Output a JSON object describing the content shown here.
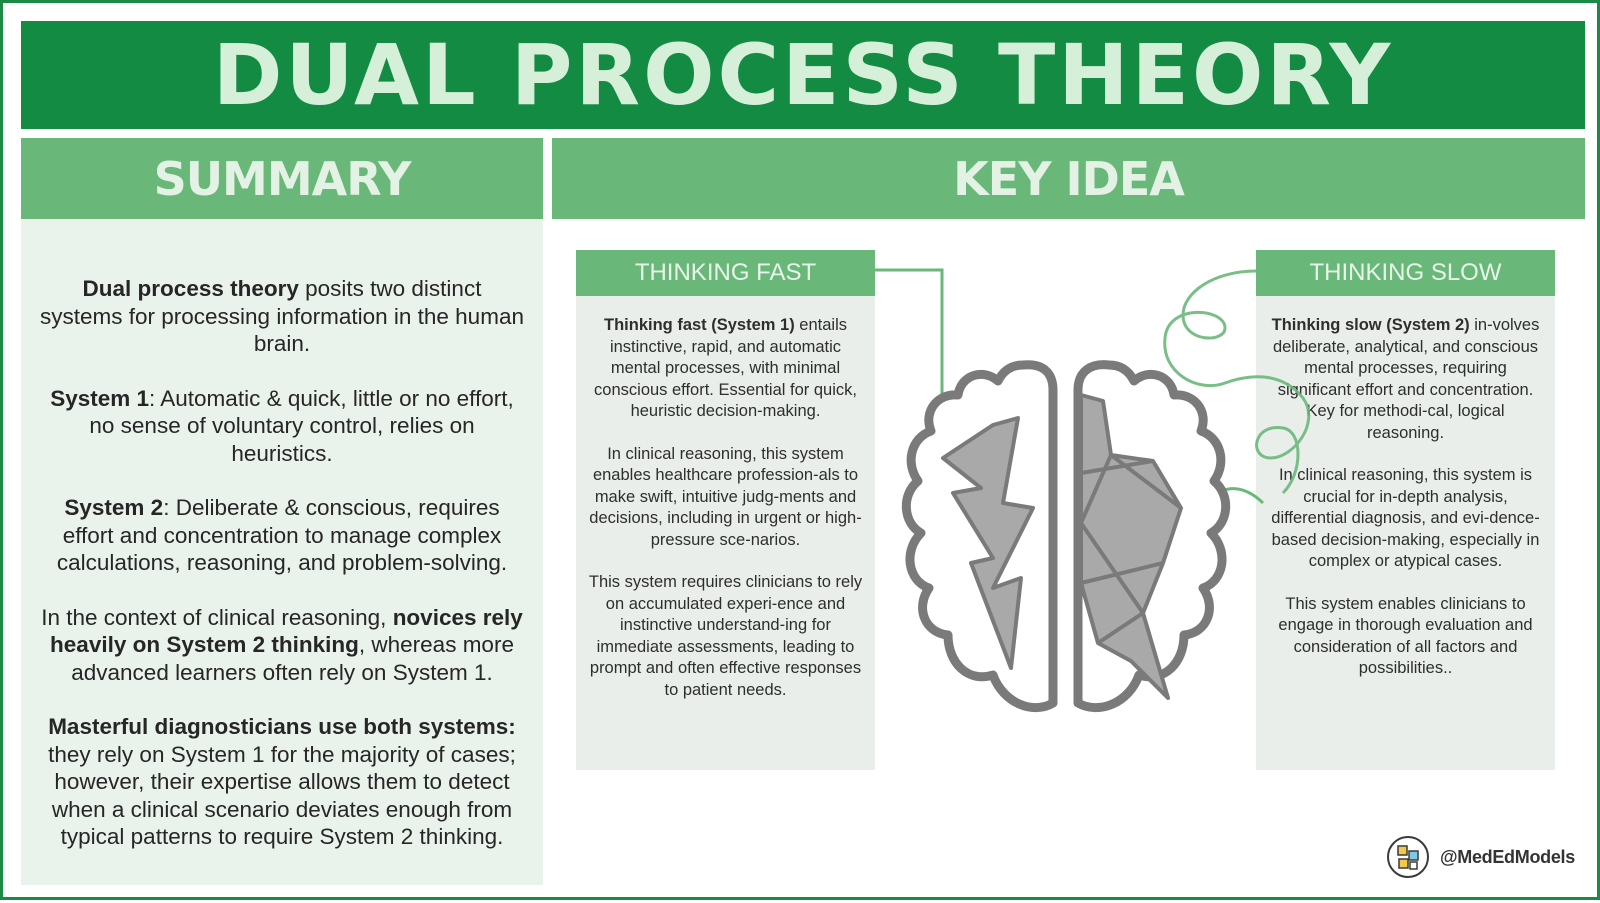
{
  "title": "DUAL PROCESS THEORY",
  "summary": {
    "heading": "SUMMARY",
    "p1": {
      "bold": "Dual process theory",
      "text": " posits two distinct systems for processing information in the human brain."
    },
    "p2": {
      "bold": "System 1",
      "text": ": Automatic & quick, little or no effort, no sense of voluntary control, relies on heuristics."
    },
    "p3": {
      "bold": "System 2",
      "text": ": Deliberate & conscious, requires effort and concentration to manage complex calculations, reasoning, and problem-solving."
    },
    "p4": {
      "pre": "In the context of clinical reasoning, ",
      "bold": "novices rely heavily on System 2 thinking",
      "post": ", whereas more advanced learners often rely on System 1."
    },
    "p5": {
      "bold": "Masterful diagnosticians use both systems:",
      "text": " they rely on System 1 for the majority of cases; however, their expertise allows them to detect when a clinical scenario deviates enough from typical patterns to require System 2 thinking."
    }
  },
  "key_idea": {
    "heading": "KEY IDEA",
    "fast": {
      "heading": "THINKING FAST",
      "p1_bold": "Thinking fast (System 1)",
      "p1_text": " entails instinctive, rapid, and automatic mental processes, with minimal conscious effort. Essential for quick, heuristic decision-making.",
      "p2": "In clinical reasoning, this system enables healthcare profession-als to make swift, intuitive judg-ments and decisions, including in urgent or high-pressure sce-narios.",
      "p3": "This system requires clinicians to rely on accumulated experi-ence and instinctive understand-ing for immediate assessments, leading to prompt and often effective responses to patient needs."
    },
    "slow": {
      "heading": "THINKING SLOW",
      "p1_bold": "Thinking slow (System 2)",
      "p1_text": " in-volves deliberate, analytical, and conscious mental processes, requiring significant effort and concentration. Key for methodi-cal, logical reasoning.",
      "p2": "In clinical reasoning, this system is crucial for in-depth analysis, differential diagnosis, and evi-dence-based decision-making, especially in complex or atypical cases.",
      "p3": "This system enables clinicians to engage in thorough evaluation and consideration of all factors and possibilities.."
    }
  },
  "credit": {
    "handle": "@MedEdModels",
    "icon": "mededmodels-logo-icon"
  },
  "colors": {
    "dark_green": "#138b43",
    "mid_green": "#6ab77a",
    "summary_bg": "#eaf2ec",
    "panel_bg": "#e9eeea",
    "brain_outline": "#7a7a7a",
    "brain_fill": "#a9a9a9"
  }
}
